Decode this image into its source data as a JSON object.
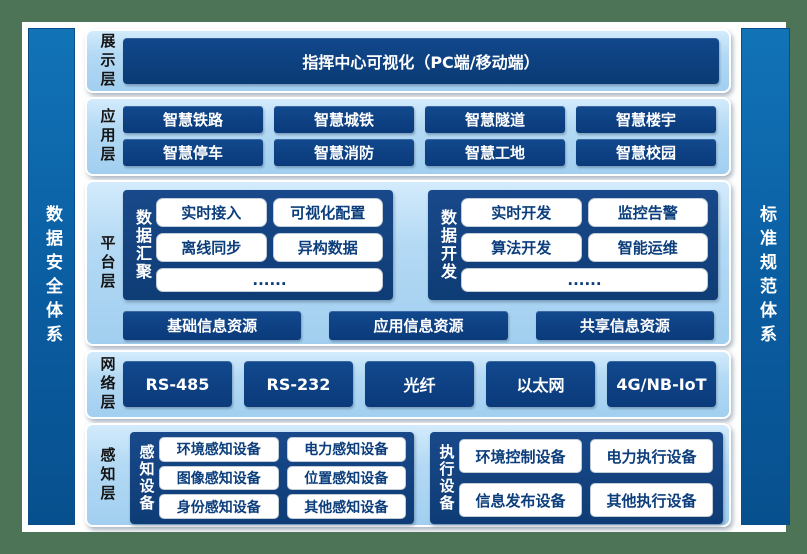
{
  "colors": {
    "frame_green": "#4d7456",
    "panel_light_blue": "#a6d1f0",
    "block_navy": "#0d4183",
    "sidebar_blue": "#0a5ca0",
    "chip_text_navy": "#0c3e7c"
  },
  "side_bars": {
    "left": "数据安全体系",
    "right": "标准规范体系"
  },
  "layers": [
    {
      "label": "展示层",
      "banner": "指挥中心可视化（PC端/移动端）"
    },
    {
      "label": "应用层",
      "buttons": [
        "智慧铁路",
        "智慧城铁",
        "智慧隧道",
        "智慧楼宇",
        "智慧停车",
        "智慧消防",
        "智慧工地",
        "智慧校园"
      ]
    },
    {
      "label": "平台层",
      "groups": [
        {
          "title": "数据汇聚",
          "chips": [
            "实时接入",
            "可视化配置",
            "离线同步",
            "异构数据"
          ],
          "more": "......"
        },
        {
          "title": "数据开发",
          "chips": [
            "实时开发",
            "监控告警",
            "算法开发",
            "智能运维"
          ],
          "more": "......"
        }
      ],
      "resources": [
        "基础信息资源",
        "应用信息资源",
        "共享信息资源"
      ]
    },
    {
      "label": "网络层",
      "buttons": [
        "RS-485",
        "RS-232",
        "光纤",
        "以太网",
        "4G/NB-IoT"
      ]
    },
    {
      "label": "感知层",
      "groups": [
        {
          "title": "感知设备",
          "chips": [
            "环境感知设备",
            "电力感知设备",
            "图像感知设备",
            "位置感知设备",
            "身份感知设备",
            "其他感知设备"
          ]
        },
        {
          "title": "执行设备",
          "chips": [
            "环境控制设备",
            "电力执行设备",
            "信息发布设备",
            "其他执行设备"
          ]
        }
      ]
    }
  ]
}
